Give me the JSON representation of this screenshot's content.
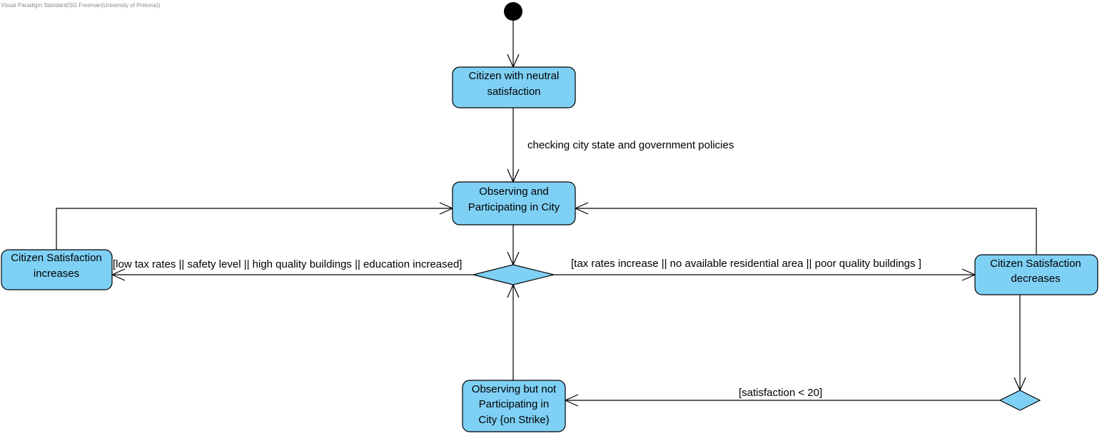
{
  "watermark": "Visual Paradigm Standard(SG Freeman(University of Pretoria))",
  "colors": {
    "state_fill": "#7fd0f5",
    "line": "#000000"
  },
  "states": {
    "neutral": [
      "Citizen with neutral",
      "satisfaction"
    ],
    "observing": [
      "Observing and",
      "Participating in City"
    ],
    "increases": [
      "Citizen Satisfaction",
      "increases"
    ],
    "decreases": [
      "Citizen Satisfaction",
      "decreases"
    ],
    "strike": [
      "Observing but not",
      "Participating in",
      "City {on Strike)"
    ]
  },
  "transitions": {
    "checking": "checking city state and government policies",
    "increase_guard": "[low tax rates || safety level || high quality buildings || education increased]",
    "decrease_guard": "[tax rates increase  || no available residential area || poor quality buildings ]",
    "strike_guard": "[satisfaction < 20]"
  }
}
